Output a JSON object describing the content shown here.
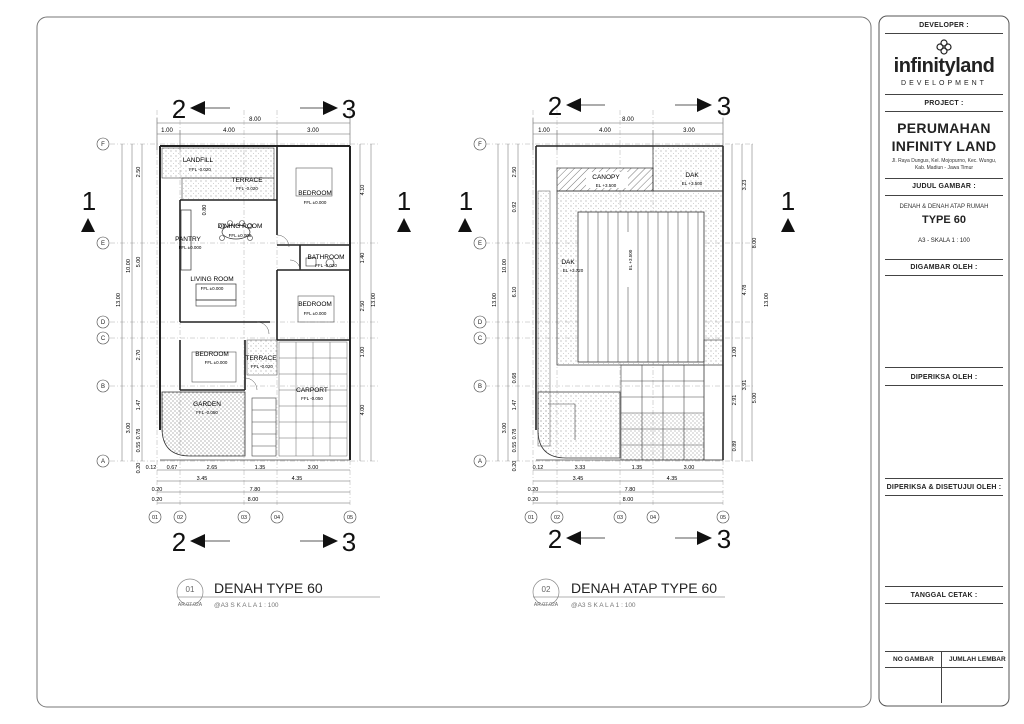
{
  "plans": [
    {
      "number": "01",
      "ref": "AR.07.02A",
      "title": "DENAH TYPE 60",
      "scale": "@A3 S K A L A  1 : 100",
      "rooms": {
        "landfill": {
          "name": "LANDFILL",
          "ffl": "FFL -0.020"
        },
        "terrace_top": {
          "name": "TERRACE",
          "ffl": "FFL -0.020"
        },
        "bedroom1": {
          "name": "BEDROOM",
          "ffl": "FFL ±0.000"
        },
        "dining": {
          "name": "DINING ROOM",
          "ffl": "FFL ±0.000"
        },
        "pantry": {
          "name": "PANTRY",
          "ffl": "FFL ±0.000"
        },
        "bathroom": {
          "name": "BATHROOM",
          "ffl": "FFL -0.020"
        },
        "living": {
          "name": "LIVING ROOM",
          "ffl": "FFL ±0.000"
        },
        "bedroom2": {
          "name": "BEDROOM",
          "ffl": "FFL ±0.000"
        },
        "bedroom3": {
          "name": "BEDROOM",
          "ffl": "FFL ±0.000"
        },
        "terrace_bottom": {
          "name": "TERRACE",
          "ffl": "FFL -0.020"
        },
        "carport": {
          "name": "CARPORT",
          "ffl": "FFL -0.050"
        },
        "garden": {
          "name": "GARDEN",
          "ffl": "FFL -0.050"
        }
      },
      "top_dims": {
        "total": "8.00",
        "a": "1.00",
        "b": "4.00",
        "c": "3.00"
      },
      "bottom_dims": {
        "r1a": "0.12",
        "r1b": "0.67",
        "r1c": "2.65",
        "r1d": "1.35",
        "r1e": "3.00",
        "r2a": "3.45",
        "r2b": "4.35",
        "r3": "7.80",
        "r4a": "0.20",
        "r4b": "0.20",
        "r5": "8.00"
      },
      "left_dims": {
        "total": "13.00",
        "v1": "10.00",
        "v2": "3.00",
        "s1": "2.50",
        "s2": "0.80",
        "s3": "5.00",
        "s4": "2.70",
        "s5": "1.47",
        "s6": "0.78",
        "s7": "0.55",
        "s8": "0.20"
      },
      "right_dims": {
        "total": "13.00",
        "s1": "4.10",
        "s2": "1.40",
        "s3": "2.50",
        "s4": "1.00",
        "s5": "4.00"
      }
    },
    {
      "number": "02",
      "ref": "AR.07.02A",
      "title": "DENAH ATAP TYPE 60",
      "scale": "@A3  S K A L A  1 : 100",
      "labels": {
        "canopy": "CANOPY",
        "canopy_el": "EL +3.500",
        "dak_top": "DAK",
        "dak_top_el": "EL +3.500",
        "dak_mid": "DAK",
        "dak_mid_el": "EL +3.720",
        "roof_el": "EL +3.500"
      },
      "top_dims": {
        "total": "8.00",
        "a": "1.00",
        "b": "4.00",
        "c": "3.00"
      },
      "bottom_dims": {
        "r1a": "0.12",
        "r1c": "3.33",
        "r1d": "1.35",
        "r1e": "3.00",
        "r2a": "3.45",
        "r2b": "4.35",
        "r3": "7.80",
        "r4a": "0.20",
        "r4b": "0.20",
        "r5": "8.00"
      },
      "left_dims": {
        "total": "13.00",
        "s1": "2.50",
        "s2": "0.92",
        "s3": "6.10",
        "s4": "10.00",
        "s5": "0.68",
        "s6": "1.47",
        "s7": "0.78",
        "s8": "0.55",
        "s9": "3.00",
        "s10": "0.20"
      },
      "right_dims": {
        "total": "13.00",
        "v1": "8.00",
        "v2": "5.00",
        "s1": "3.23",
        "s2": "4.78",
        "s3": "1.00",
        "s4": "3.91",
        "s5": "2.91",
        "s6": "0.89"
      }
    }
  ],
  "grid_rows": [
    "F",
    "E",
    "D",
    "C",
    "B",
    "A"
  ],
  "grid_cols": [
    "01",
    "02",
    "03",
    "04",
    "05"
  ],
  "section_marks": {
    "s1": "1",
    "s2": "2",
    "s3": "3"
  },
  "title_block": {
    "developer_head": "DEVELOPER :",
    "logo_word": "infinityland",
    "logo_sub": "DEVELOPMENT",
    "project_head": "PROJECT :",
    "project_name_1": "PERUMAHAN",
    "project_name_2": "INFINITY LAND",
    "address_1": "Jl. Raya Dungus, Kel. Mojopurno, Kec. Wungu,",
    "address_2": "Kab. Madiun - Jawa Timur",
    "judul_head": "JUDUL GAMBAR :",
    "judul_text": "DENAH & DENAH ATAP RUMAH",
    "type_text": "TYPE 60",
    "sheet_scale": "A3 - SKALA 1 : 100",
    "drawn_by": "DIGAMBAR OLEH :",
    "checked_by": "DIPERIKSA OLEH :",
    "approved_by": "DIPERIKSA & DISETUJUI OLEH :",
    "print_date": "TANGGAL CETAK :",
    "drawing_no": "NO GAMBAR",
    "sheet_count": "JUMLAH LEMBAR"
  }
}
